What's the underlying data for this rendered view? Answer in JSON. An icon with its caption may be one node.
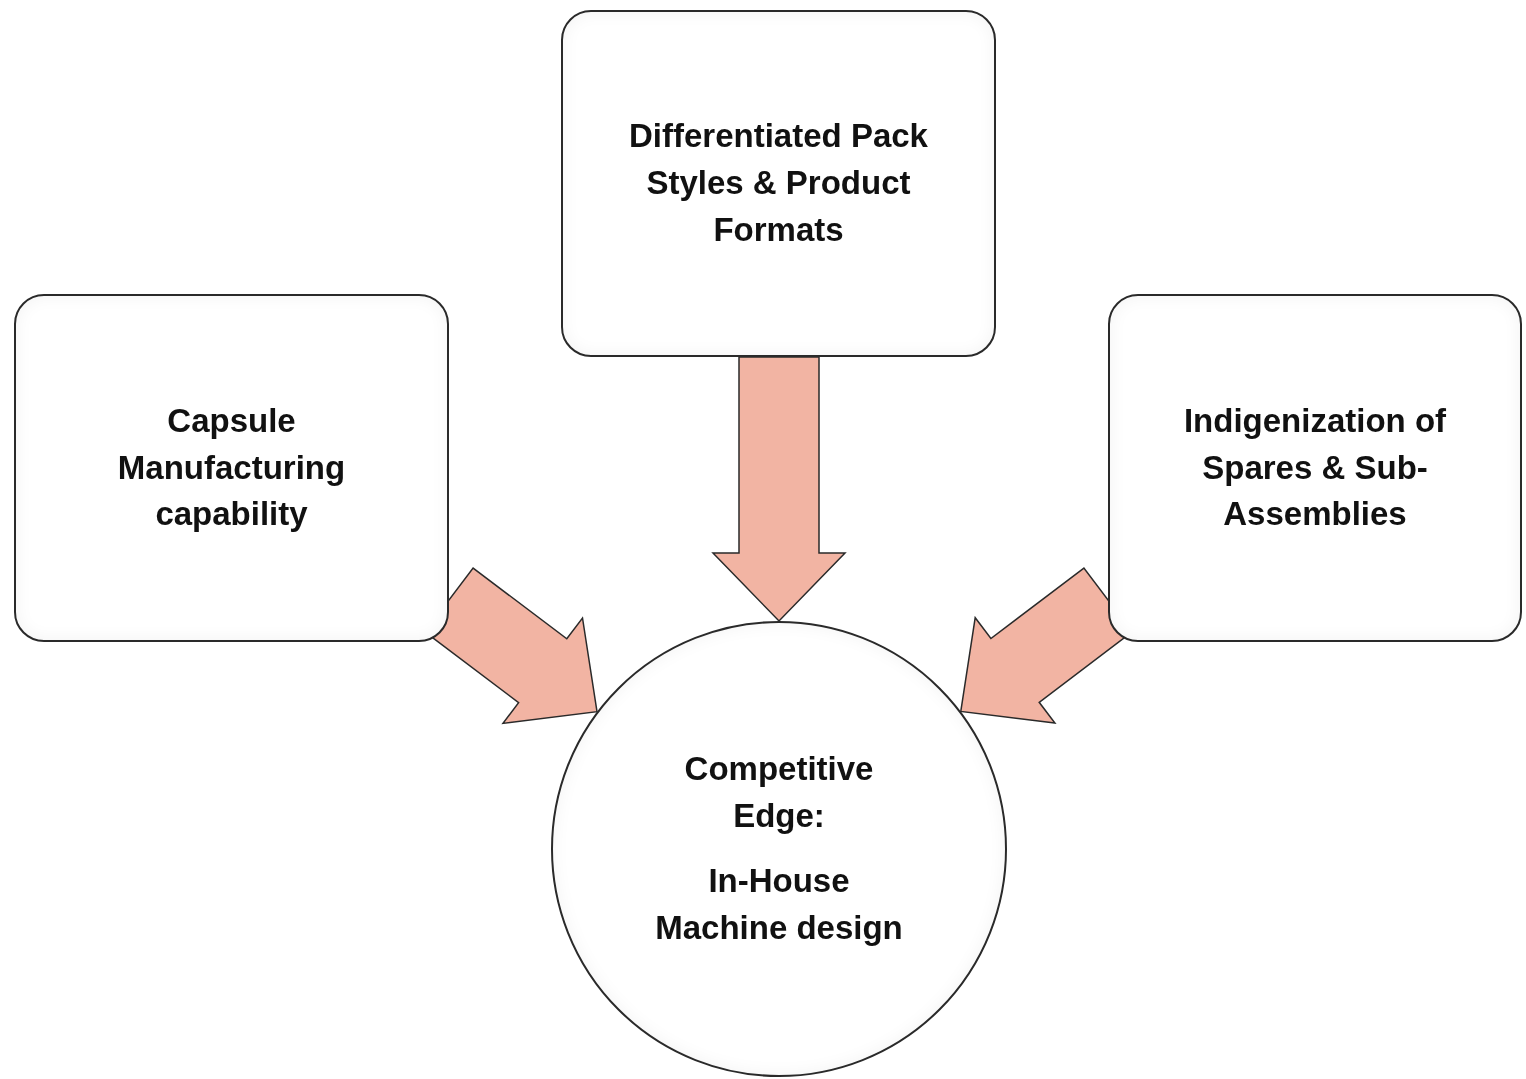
{
  "diagram": {
    "nodes": [
      {
        "text": [
          "Differentiated Pack Styles & Product Formats"
        ]
      },
      {
        "text": [
          "Capsule Manufacturing capability"
        ]
      },
      {
        "text": [
          "Indigenization of Spares & Sub-Assemblies"
        ]
      },
      {
        "text": [
          "Competitive Edge:",
          "In-House Machine design"
        ]
      }
    ],
    "edges": [
      {
        "from": 0,
        "to": 3,
        "arrow": "to"
      },
      {
        "from": 1,
        "to": 3,
        "arrow": "to"
      },
      {
        "from": 2,
        "to": 3,
        "arrow": "to"
      }
    ]
  }
}
